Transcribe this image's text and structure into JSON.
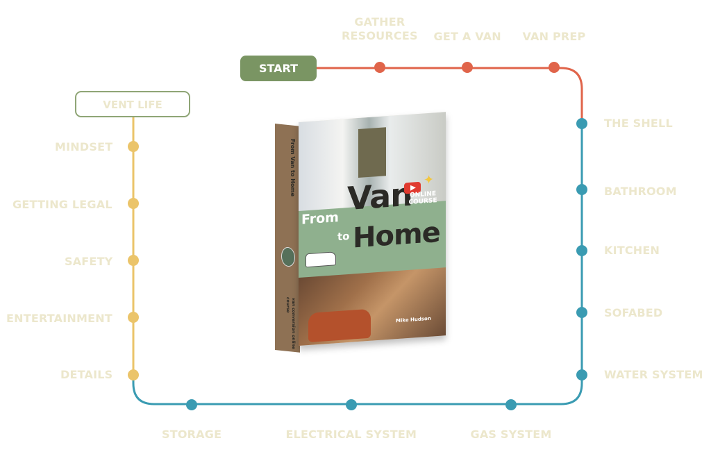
{
  "roadmap": {
    "start_label": "START",
    "end_label": "VENT LIFE",
    "colors": {
      "orange": "#e0644a",
      "teal": "#3a9bb2",
      "yellow": "#ebc46a",
      "green": "#7a9563",
      "label": "#ece7cc"
    },
    "stops": [
      {
        "id": "gather",
        "lines": [
          "GATHER",
          "RESOURCES"
        ]
      },
      {
        "id": "get-van",
        "lines": [
          "GET A VAN"
        ]
      },
      {
        "id": "van-prep",
        "lines": [
          "VAN PREP"
        ]
      },
      {
        "id": "shell",
        "lines": [
          "THE SHELL"
        ]
      },
      {
        "id": "bathroom",
        "lines": [
          "BATHROOM"
        ]
      },
      {
        "id": "kitchen",
        "lines": [
          "KITCHEN"
        ]
      },
      {
        "id": "sofabed",
        "lines": [
          "SOFABED"
        ]
      },
      {
        "id": "water",
        "lines": [
          "WATER SYSTEM"
        ]
      },
      {
        "id": "gas",
        "lines": [
          "GAS SYSTEM"
        ]
      },
      {
        "id": "electrical",
        "lines": [
          "ELECTRICAL SYSTEM"
        ]
      },
      {
        "id": "storage",
        "lines": [
          "STORAGE"
        ]
      },
      {
        "id": "details",
        "lines": [
          "DETAILS"
        ]
      },
      {
        "id": "entertainment",
        "lines": [
          "ENTERTAINMENT"
        ]
      },
      {
        "id": "safety",
        "lines": [
          "SAFETY"
        ]
      },
      {
        "id": "legal",
        "lines": [
          "GETTING LEGAL"
        ]
      },
      {
        "id": "mindset",
        "lines": [
          "MINDSET"
        ]
      }
    ]
  },
  "product": {
    "title_from": "From",
    "title_van": "Van",
    "title_to": "to",
    "title_home": "Home",
    "badge": "ONLINE COURSE",
    "author": "Mike Hudson",
    "spine_title": "From Van to Home",
    "spine_subtitle": "van conversion online course"
  }
}
